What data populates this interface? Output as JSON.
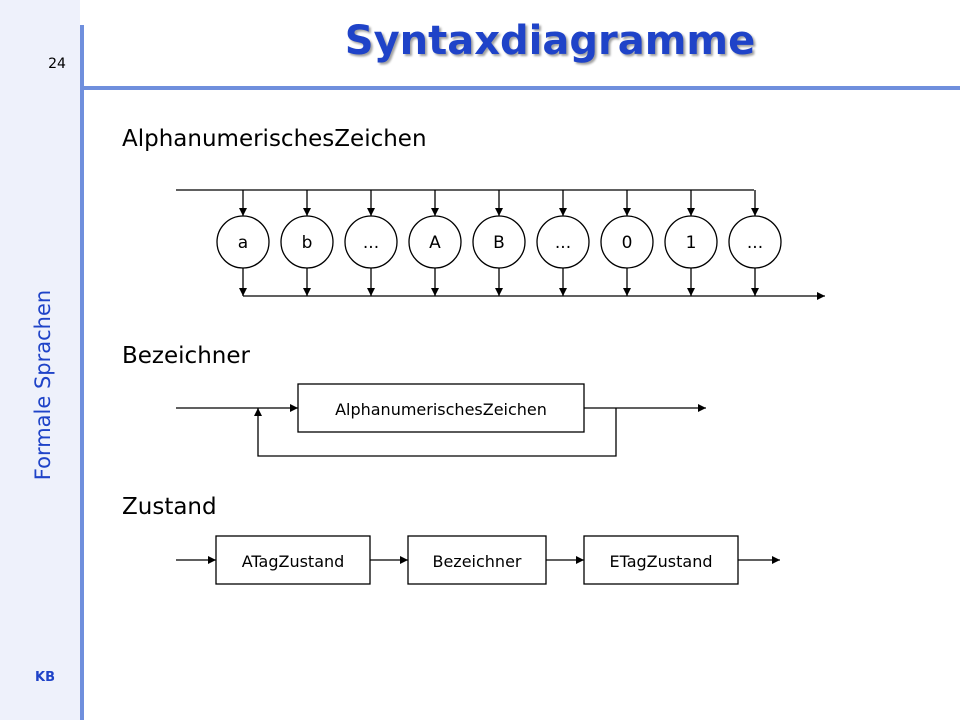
{
  "slide": {
    "number": "24",
    "title": "Syntaxdiagramme",
    "side_title": "Formale Sprachen",
    "footer_initials": "KB"
  },
  "diagram_alpha": {
    "label": "AlphanumerischesZeichen",
    "terminals": [
      "a",
      "b",
      "...",
      "A",
      "B",
      "...",
      "0",
      "1",
      "..."
    ]
  },
  "diagram_bezeichner": {
    "label": "Bezeichner",
    "box": "AlphanumerischesZeichen"
  },
  "diagram_zustand": {
    "label": "Zustand",
    "boxes": [
      "ATagZustand",
      "Bezeichner",
      "ETagZustand"
    ]
  }
}
